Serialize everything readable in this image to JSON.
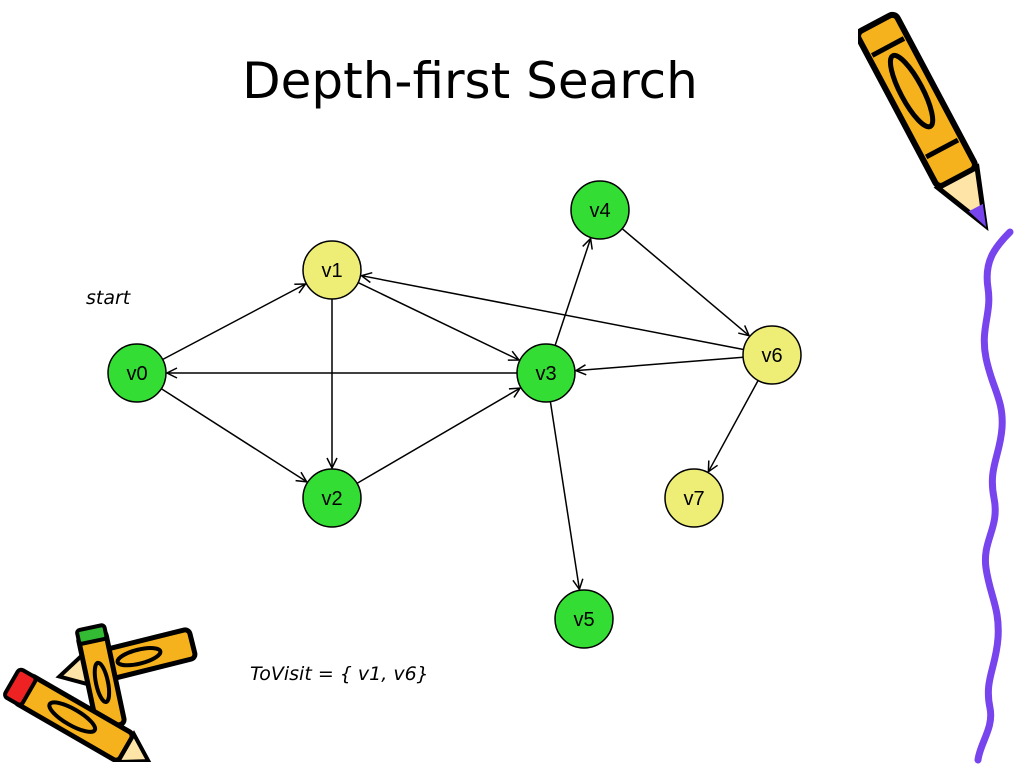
{
  "slide": {
    "title": "Depth-first Search",
    "start_label": "start",
    "tovisit_text": "ToVisit = { v1, v6}"
  },
  "colors": {
    "visited": "#33dd33",
    "queued": "#eeee77",
    "edge": "#000000",
    "squiggle": "#7744ee"
  },
  "graph": {
    "nodes": [
      {
        "id": "v0",
        "label": "v0",
        "state": "visited"
      },
      {
        "id": "v1",
        "label": "v1",
        "state": "queued"
      },
      {
        "id": "v2",
        "label": "v2",
        "state": "visited"
      },
      {
        "id": "v3",
        "label": "v3",
        "state": "visited"
      },
      {
        "id": "v4",
        "label": "v4",
        "state": "visited"
      },
      {
        "id": "v5",
        "label": "v5",
        "state": "visited"
      },
      {
        "id": "v6",
        "label": "v6",
        "state": "queued"
      },
      {
        "id": "v7",
        "label": "v7",
        "state": "queued"
      }
    ],
    "edges": [
      {
        "from": "v0",
        "to": "v1"
      },
      {
        "from": "v0",
        "to": "v2"
      },
      {
        "from": "v1",
        "to": "v2"
      },
      {
        "from": "v1",
        "to": "v3"
      },
      {
        "from": "v2",
        "to": "v3"
      },
      {
        "from": "v3",
        "to": "v0"
      },
      {
        "from": "v3",
        "to": "v4"
      },
      {
        "from": "v3",
        "to": "v5"
      },
      {
        "from": "v4",
        "to": "v6"
      },
      {
        "from": "v6",
        "to": "v1"
      },
      {
        "from": "v6",
        "to": "v3"
      },
      {
        "from": "v6",
        "to": "v7"
      }
    ]
  },
  "decorations": {
    "top_right": "pencil-icon",
    "bottom_left": "pencils-icon",
    "right_edge": "squiggle-border"
  }
}
